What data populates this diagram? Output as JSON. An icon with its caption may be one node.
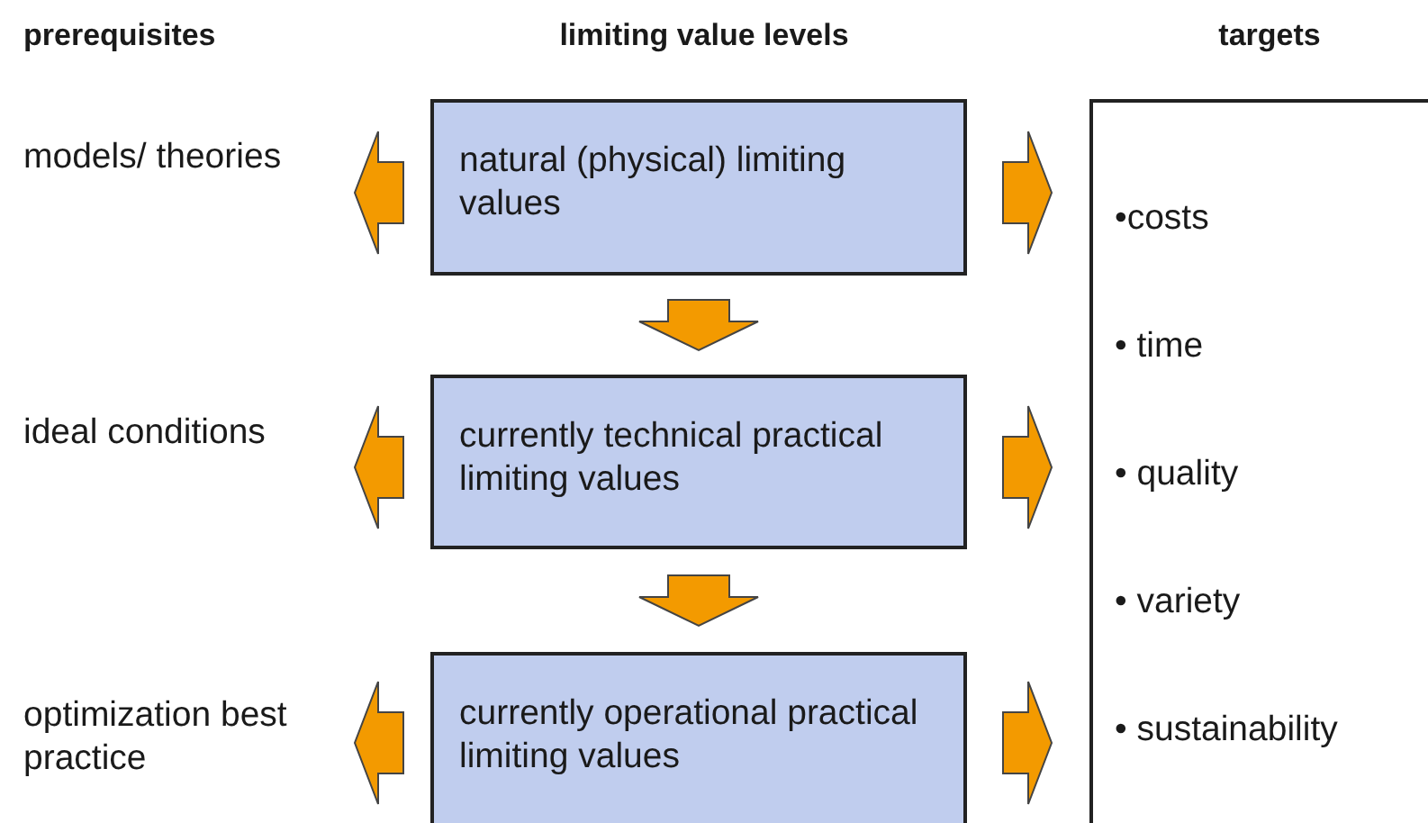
{
  "diagram": {
    "nodes": [
      {
        "text": [
          "natural (physical) limiting values"
        ]
      },
      {
        "text": [
          "currently technical practical limiting values"
        ]
      },
      {
        "text": [
          "currently operational practical limiting values"
        ]
      },
      {
        "text": [
          "models/ theories"
        ]
      },
      {
        "text": [
          "ideal conditions"
        ]
      },
      {
        "text": [
          "optimization best practice"
        ]
      },
      {
        "text": [
          "•costs",
          "• time",
          "• quality",
          "• variety",
          "• sustainability"
        ]
      }
    ],
    "edges": [
      {
        "from": 0,
        "to": 1,
        "arrow": "to"
      },
      {
        "from": 1,
        "to": 2,
        "arrow": "to"
      },
      {
        "from": 0,
        "to": 3,
        "arrow": "to"
      },
      {
        "from": 1,
        "to": 4,
        "arrow": "to"
      },
      {
        "from": 2,
        "to": 5,
        "arrow": "to"
      },
      {
        "from": 0,
        "to": 6,
        "arrow": "to"
      },
      {
        "from": 1,
        "to": 6,
        "arrow": "to"
      },
      {
        "from": 2,
        "to": 6,
        "arrow": "to"
      }
    ],
    "labels": [
      "prerequisites",
      "limiting value levels",
      "targets"
    ]
  }
}
